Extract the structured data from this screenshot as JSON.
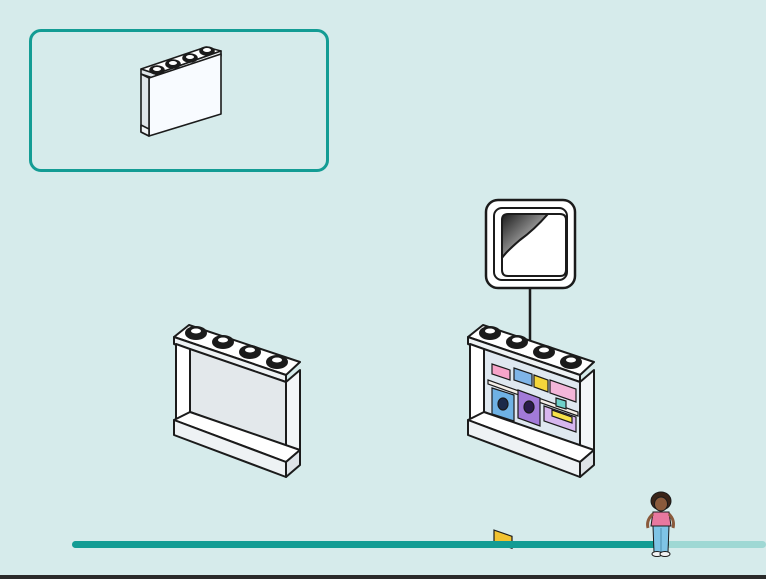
{
  "instruction": {
    "parts_callout": {
      "items": [
        {
          "part": "white-1x4x3-panel-brick",
          "count": 1
        }
      ]
    },
    "steps": [
      {
        "panel": "plain-white-panel"
      },
      {
        "panel": "panel-with-shop-shelf-sticker",
        "sticker_icon": "sticker-sheet-icon"
      }
    ],
    "progress": {
      "fraction": 0.86
    },
    "colors": {
      "background": "#d6ebeb",
      "callout_border": "#139c94",
      "progress_fill": "#139c94",
      "progress_track": "#9fd8d4"
    }
  }
}
